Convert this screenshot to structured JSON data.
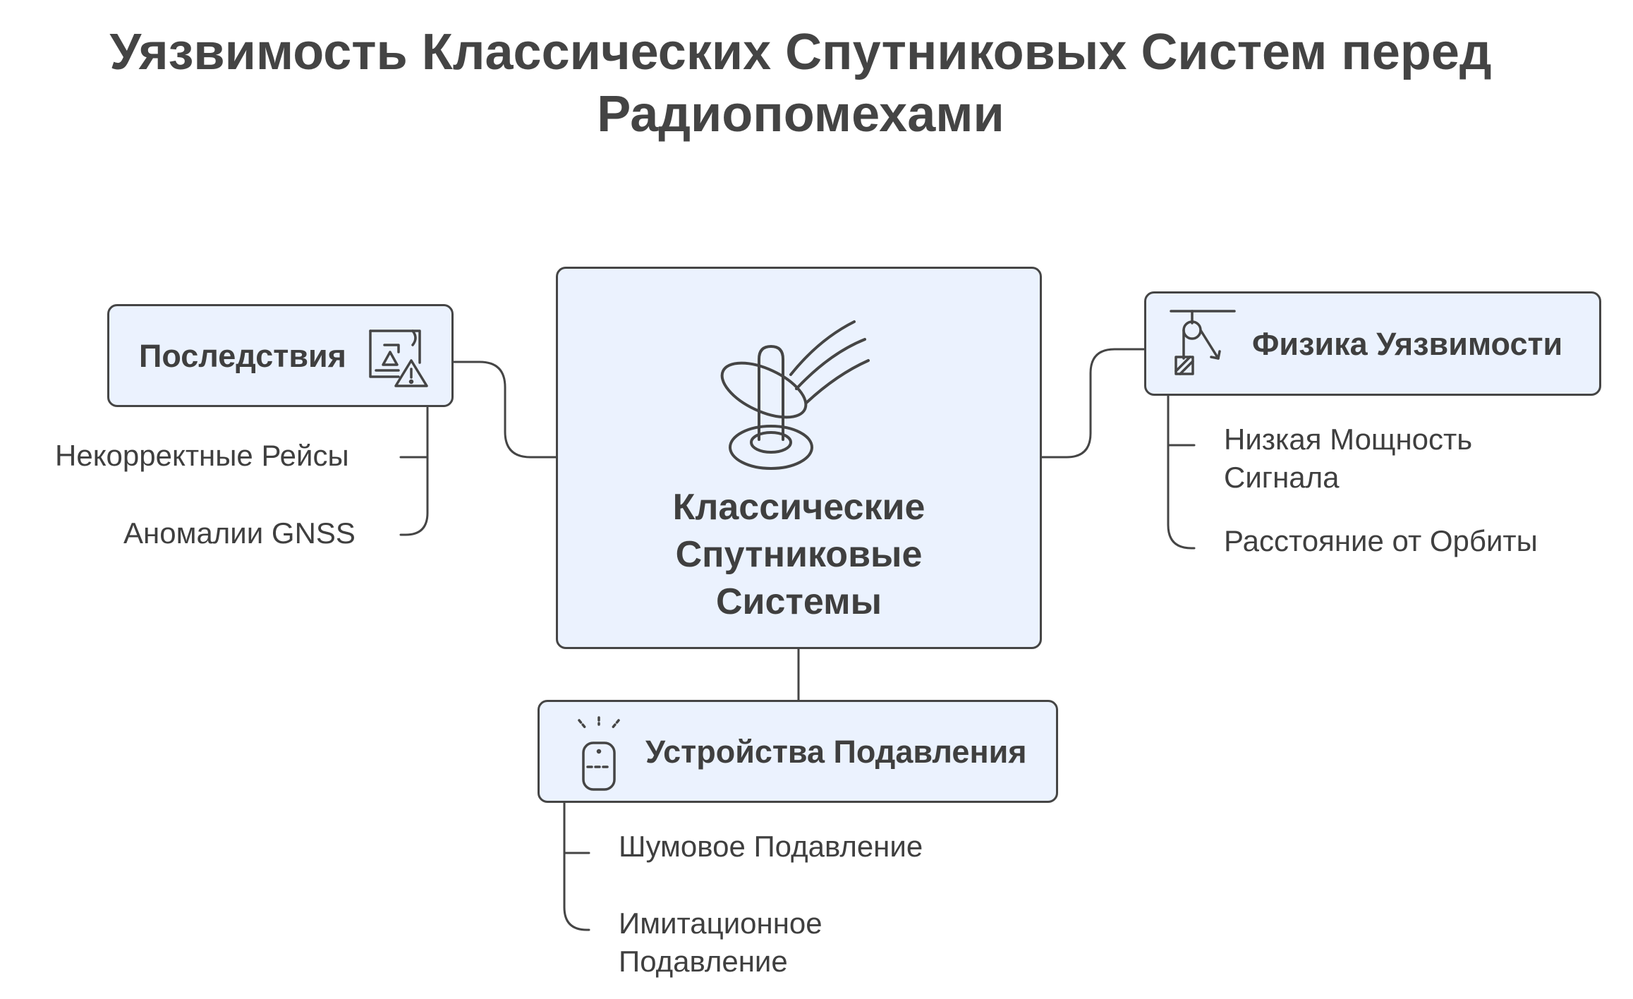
{
  "title": "Уязвимость Классических Спутниковых Систем перед Радиопомехами",
  "center": {
    "label": "Классические Спутниковые Системы",
    "icon": "satellite-dish-icon"
  },
  "branches": {
    "consequences": {
      "label": "Последствия",
      "icon": "warning-document-icon",
      "items": [
        "Некорректные Рейсы",
        "Аномалии GNSS"
      ]
    },
    "physics": {
      "label": "Физика Уязвимости",
      "icon": "pulley-icon",
      "items": [
        "Низкая Мощность Сигнала",
        "Расстояние от Орбиты"
      ]
    },
    "jammers": {
      "label": "Устройства Подавления",
      "icon": "jammer-device-icon",
      "items": [
        "Шумовое Подавление",
        "Имитационное Подавление"
      ]
    }
  },
  "colors": {
    "box_fill": "#ebf2fe",
    "stroke": "#454545",
    "text": "#3f3f3f"
  }
}
